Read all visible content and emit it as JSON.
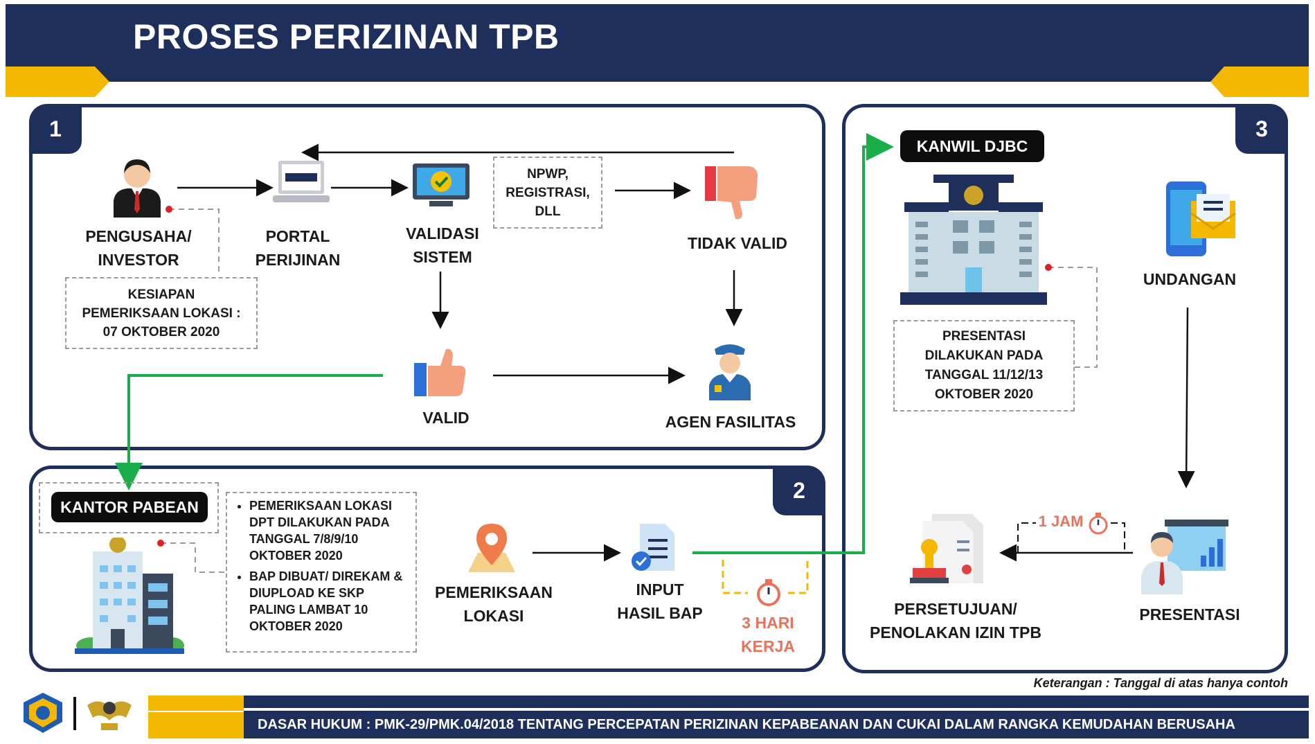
{
  "header": {
    "title": "PROSES PERIZINAN TPB"
  },
  "panels": {
    "p1_num": "1",
    "p2_num": "2",
    "p3_num": "3"
  },
  "panel1": {
    "pengusaha": "PENGUSAHA/\nINVESTOR",
    "portal": "PORTAL\nPERIJINAN",
    "validasi": "VALIDASI\nSISTEM",
    "npwp_note": "NPWP,\nREGISTRASI,\nDLL",
    "tidak_valid": "TIDAK VALID",
    "kesiapan_note": "KESIAPAN\nPEMERIKSAAN LOKASI :\n07 OKTOBER 2020",
    "valid": "VALID",
    "agen": "AGEN FASILITAS"
  },
  "panel2": {
    "kantor_pabean": "KANTOR PABEAN",
    "bullets": [
      "PEMERIKSAAN LOKASI DPT DILAKUKAN PADA TANGGAL 7/8/9/10 OKTOBER 2020",
      "BAP DIBUAT/ DIREKAM & DIUPLOAD KE SKP PALING LAMBAT 10 OKTOBER 2020"
    ],
    "pemeriksaan": "PEMERIKSAAN\nLOKASI",
    "input_bap": "INPUT\nHASIL BAP",
    "tiga_hari": "3 HARI\nKERJA"
  },
  "panel3": {
    "kanwil": "KANWIL DJBC",
    "presentasi_note": "PRESENTASI\nDILAKUKAN PADA\nTANGGAL 11/12/13\nOKTOBER 2020",
    "undangan": "UNDANGAN",
    "persetujuan": "PERSETUJUAN/\nPENOLAKAN IZIN TPB",
    "satu_jam": "1 JAM",
    "presentasi": "PRESENTASI"
  },
  "footer": {
    "keterangan": "Keterangan : Tanggal di atas hanya contoh",
    "dasar_hukum": "DASAR HUKUM : PMK-29/PMK.04/2018 TENTANG  PERCEPATAN PERIZINAN KEPABEANAN DAN CUKAI DALAM RANGKA KEMUDAHAN BERUSAHA"
  },
  "colors": {
    "navy": "#1e2f5c",
    "yellow": "#f5b800",
    "green": "#1aae4a",
    "accent_red": "#e8735a"
  },
  "icons": [
    "businessman-icon",
    "laptop-icon",
    "monitor-check-icon",
    "thumbs-down-icon",
    "thumbs-up-icon",
    "officer-icon",
    "location-pin-icon",
    "document-check-icon",
    "stopwatch-icon",
    "government-building-icon",
    "office-building-icon",
    "phone-mail-icon",
    "stamp-document-icon",
    "presenter-icon",
    "kemenkeu-logo-icon",
    "customs-emblem-icon"
  ]
}
